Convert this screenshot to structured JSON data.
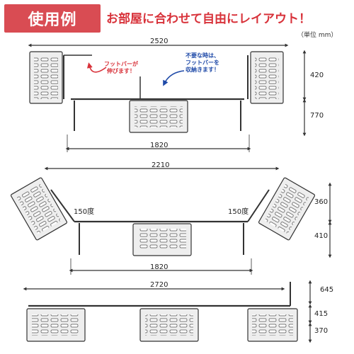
{
  "header": {
    "badge": "使用例",
    "headline": "お部屋に合わせて自由にレイアウト！",
    "unit_note": "（単位 mm）"
  },
  "layout1": {
    "width_top": "2520",
    "height_upper": "420",
    "height_lower": "770",
    "width_bottom": "1820",
    "note_extend": [
      "フットバーが",
      "伸びます！"
    ],
    "note_store": [
      "不要な時は、",
      "フットバーを",
      "収納きます！"
    ]
  },
  "layout2": {
    "width_top": "2210",
    "angle_left": "150度",
    "angle_right": "150度",
    "height_upper": "360",
    "height_lower": "410",
    "width_bottom": "1820"
  },
  "layout3": {
    "width_top": "2720",
    "height_top": "645",
    "height_mid": "415",
    "height_bottom": "370"
  },
  "colors": {
    "accent_red": "#d8323a",
    "badge_bg": "#d94c53",
    "note_blue": "#1f4aa8",
    "line": "#333333"
  }
}
